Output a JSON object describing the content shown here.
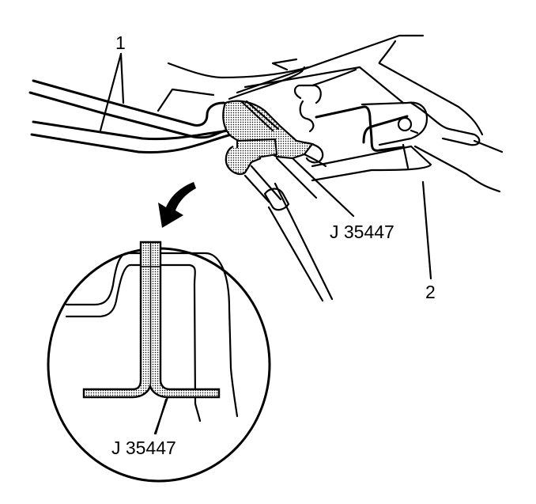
{
  "diagram": {
    "type": "service-manual-illustration",
    "description": "Use of tool J 35447 on cable/linkage fitting with detail inset",
    "callouts": [
      {
        "id": "callout-1",
        "text": "1",
        "refers_to": "cables"
      },
      {
        "id": "callout-2",
        "text": "2",
        "refers_to": "bracket"
      },
      {
        "id": "callout-tool-main",
        "text": "J 35447",
        "refers_to": "tool on fitting"
      },
      {
        "id": "callout-tool-detail",
        "text": "J 35447",
        "refers_to": "tool in detail view"
      }
    ],
    "colors": {
      "line": "#000000",
      "background": "#ffffff",
      "tool_fill": "#c8c8c8"
    }
  }
}
